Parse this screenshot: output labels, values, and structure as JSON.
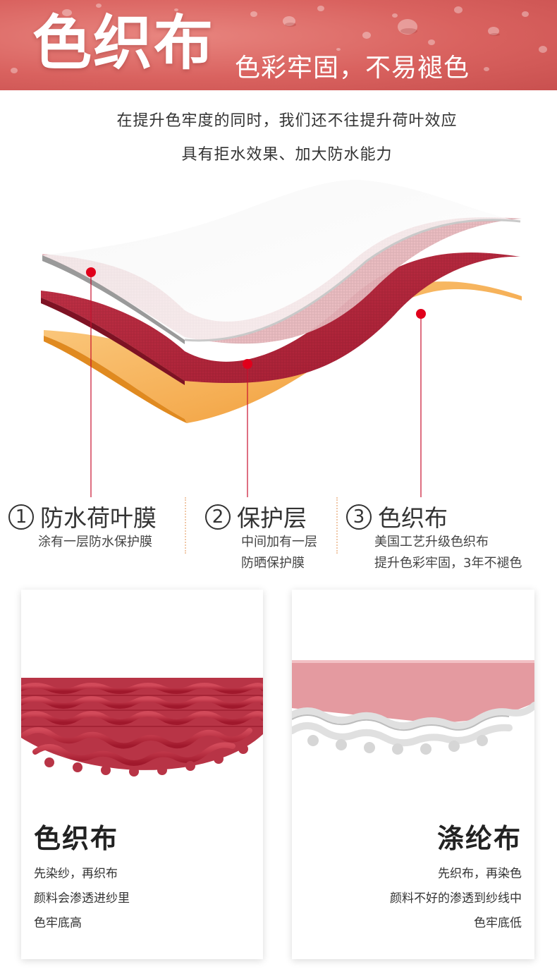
{
  "banner": {
    "title": "色织布",
    "subtitle": "色彩牢固，不易褪色"
  },
  "intro": {
    "line1": "在提升色牢度的同时，我们还不往提升荷叶效应",
    "line2": "具有拒水效果、加大防水能力"
  },
  "colors": {
    "banner": "#d9625f",
    "marker": "#e0001b",
    "red_fabric": "#b5263a",
    "orange_layer": "#f0a03c",
    "pink_film": "#e7b8bd"
  },
  "callouts": [
    {
      "number": "1",
      "title": "防水荷叶膜",
      "lines": [
        "涂有一层防水保护膜"
      ]
    },
    {
      "number": "2",
      "title": "保护层",
      "lines": [
        "中间加有一层",
        "防晒保护膜"
      ]
    },
    {
      "number": "3",
      "title": "色织布",
      "lines": [
        "美国工艺升级色织布",
        "提升色彩牢固，3年不褪色"
      ]
    }
  ],
  "cards": {
    "left": {
      "title": "色织布",
      "lines": [
        "先染纱，再织布",
        "颜料会渗透进纱里",
        "色牢底高"
      ]
    },
    "right": {
      "title": "涤纶布",
      "lines": [
        "先织布，再染色",
        "颜料不好的渗透到纱线中",
        "色牢底低"
      ]
    }
  }
}
